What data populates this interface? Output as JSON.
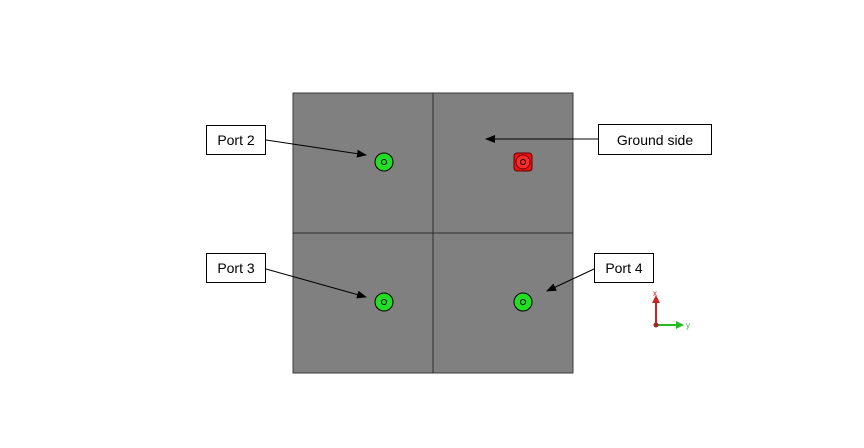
{
  "callouts": {
    "port2": "Port 2",
    "port3": "Port 3",
    "port4": "Port 4",
    "ground": "Ground side"
  },
  "axes": {
    "x_label": "x",
    "y_label": "y"
  },
  "colors": {
    "board_fill": "#808080",
    "board_edge": "#3a3a3a",
    "port_fill": "#22dd22",
    "ground_fill": "#ee1111",
    "x_axis": "#cc2222",
    "y_axis": "#22bb22"
  }
}
